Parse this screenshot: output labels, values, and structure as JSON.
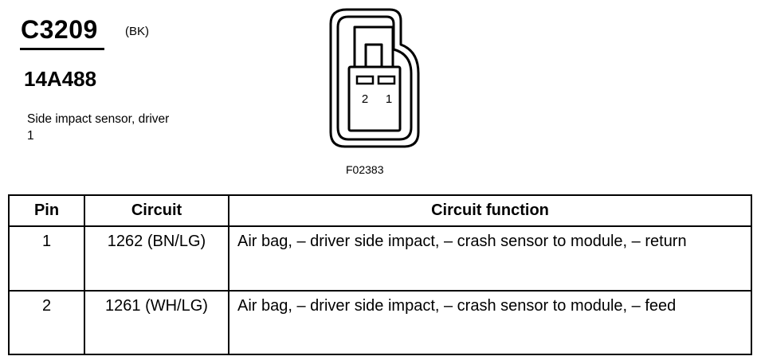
{
  "header": {
    "connector_id": "C3209",
    "color_code": "(BK)",
    "part_number": "14A488",
    "description": "Side impact sensor, driver 1"
  },
  "diagram": {
    "pin_label_left": "2",
    "pin_label_right": "1",
    "figure_ref": "F02383"
  },
  "table": {
    "headers": {
      "pin": "Pin",
      "circuit": "Circuit",
      "function": "Circuit function"
    },
    "rows": [
      {
        "pin": "1",
        "circuit": "1262 (BN/LG)",
        "function": "Air bag, – driver side impact, – crash sensor to module, – return"
      },
      {
        "pin": "2",
        "circuit": "1261 (WH/LG)",
        "function": "Air bag, – driver side impact, – crash sensor to module, – feed"
      }
    ]
  }
}
